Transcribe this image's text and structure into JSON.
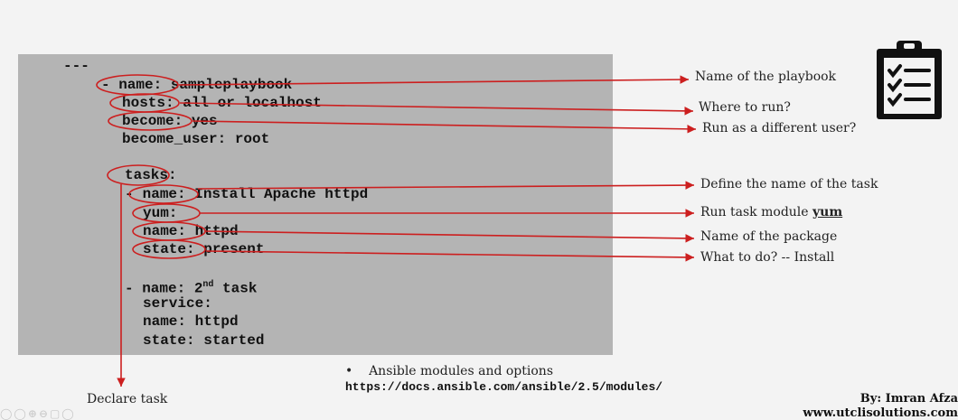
{
  "code": {
    "doc_start": "---",
    "play_name_key": "- name:",
    "play_name_value": " sampleplaybook",
    "hosts_key": "hosts:",
    "hosts_value": " all or localhost",
    "become_key": "become:",
    "become_value": " yes",
    "become_user_line": "become_user: root",
    "tasks_key": "tasks:",
    "task1_dash": "-",
    "task1_name_key": "name:",
    "task1_name_value": " Install Apache httpd",
    "yum_key": "yum:",
    "pkg_name_key": "name:",
    "pkg_name_value": " httpd",
    "state_key": "state:",
    "state_value": " present",
    "task2_name_prefix": "- name: 2",
    "task2_sup": "nd",
    "task2_name_suffix": " task",
    "service_line": "service:",
    "service_name_line": "name: httpd",
    "service_state_line": "state: started"
  },
  "annotations": {
    "playbook_name": "Name of the playbook",
    "where_to_run": "Where to run?",
    "different_user": "Run as a different user?",
    "task_name": "Define the name of the task",
    "task_module_prefix": "Run task module ",
    "task_module_bold": "yum",
    "package_name": "Name of the package",
    "what_to_do": "What to do?  -- Install",
    "declare_task": "Declare task"
  },
  "footer": {
    "bullet_text": "Ansible modules and options",
    "url": "https://docs.ansible.com/ansible/2.5/modules/",
    "author": "By: Imran Afza",
    "website": "www.utclisolutions.com"
  },
  "icons": {
    "clipboard": "clipboard-checklist-icon",
    "viewer_controls": "viewer-controls-icon"
  },
  "colors": {
    "annotation_red": "#cc1f1f",
    "code_bg": "#b4b4b4"
  }
}
